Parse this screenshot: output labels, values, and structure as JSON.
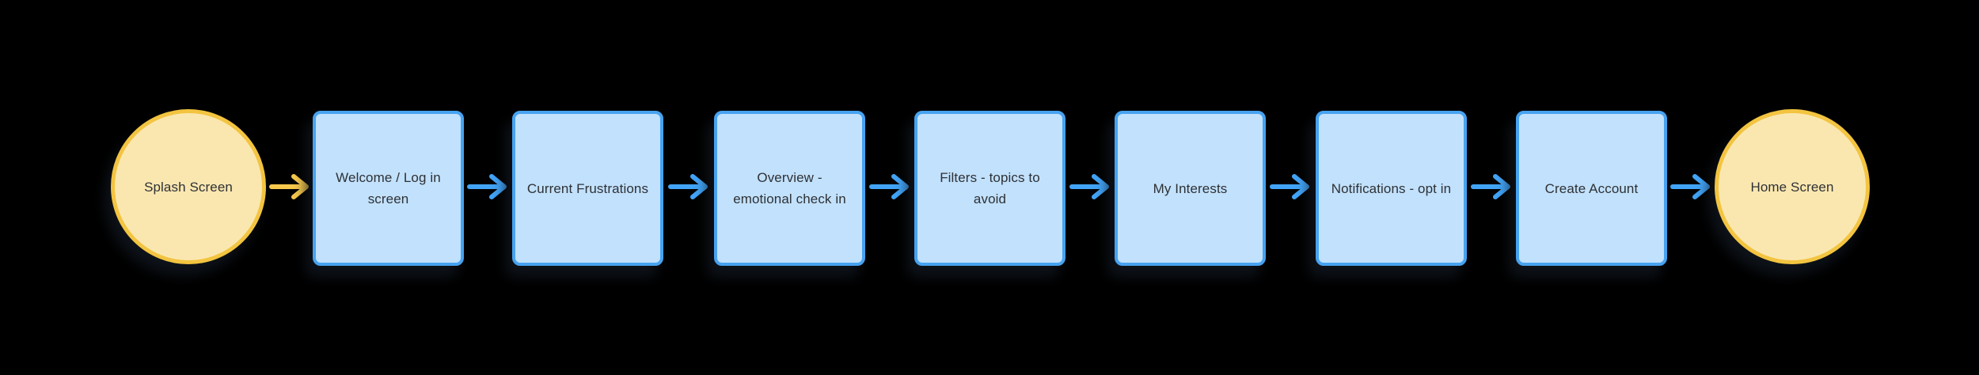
{
  "flow": {
    "nodes": [
      {
        "id": "splash",
        "type": "circle",
        "label": "Splash Screen"
      },
      {
        "id": "welcome",
        "type": "rect",
        "label": "Welcome / Log in screen"
      },
      {
        "id": "frustrations",
        "type": "rect",
        "label": "Current Frustrations"
      },
      {
        "id": "overview",
        "type": "rect",
        "label": "Overview - emotional check in"
      },
      {
        "id": "filters",
        "type": "rect",
        "label": "Filters - topics to avoid"
      },
      {
        "id": "interests",
        "type": "rect",
        "label": "My Interests"
      },
      {
        "id": "notifications",
        "type": "rect",
        "label": "Notifications - opt in"
      },
      {
        "id": "create",
        "type": "rect",
        "label": "Create Account"
      },
      {
        "id": "home",
        "type": "circle",
        "label": "Home Screen"
      }
    ],
    "connectors": [
      {
        "from": "splash",
        "to": "welcome",
        "color": "yellow"
      },
      {
        "from": "welcome",
        "to": "frustrations",
        "color": "blue"
      },
      {
        "from": "frustrations",
        "to": "overview",
        "color": "blue"
      },
      {
        "from": "overview",
        "to": "filters",
        "color": "blue"
      },
      {
        "from": "filters",
        "to": "interests",
        "color": "blue"
      },
      {
        "from": "interests",
        "to": "notifications",
        "color": "blue"
      },
      {
        "from": "notifications",
        "to": "create",
        "color": "blue"
      },
      {
        "from": "create",
        "to": "home",
        "color": "blue"
      }
    ],
    "colors": {
      "background": "#000000",
      "rect_fill": "#C2E1FC",
      "rect_border": "#47A3F0",
      "connector_blue": "#42A4F7",
      "circle_fill": "#FAE7B0",
      "circle_border": "#F3C440",
      "connector_yellow": "#F8C94C",
      "label_text": "#2E3135"
    }
  }
}
